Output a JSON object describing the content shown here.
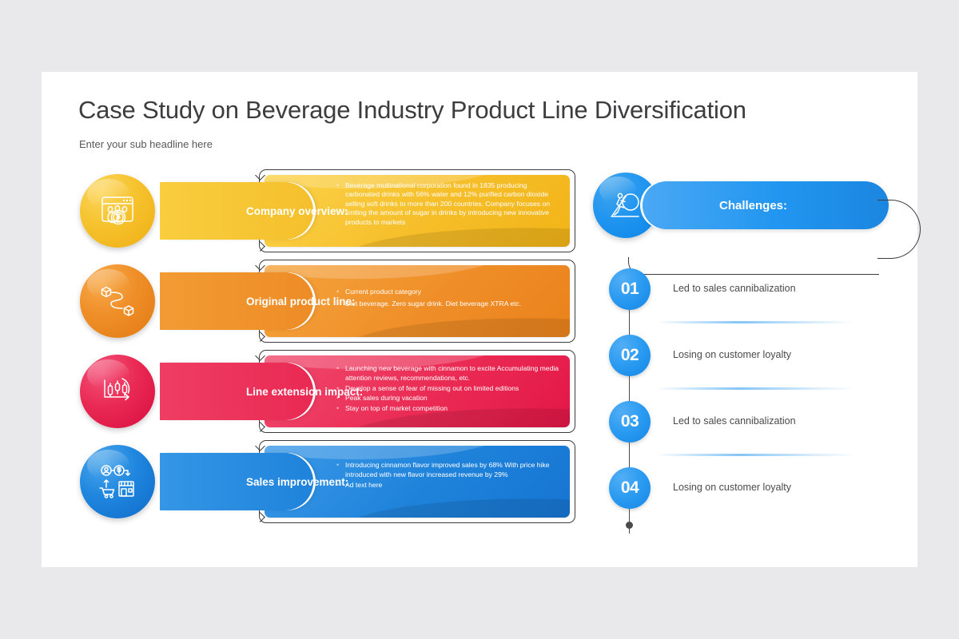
{
  "header": {
    "title": "Case Study on Beverage Industry Product Line Diversification",
    "subtitle": "Enter your sub headline here"
  },
  "colors": {
    "yellow": "#f6be29",
    "orange": "#ef8e28",
    "pink": "#ea2b54",
    "blue": "#1e82da",
    "accent_blue": "#2196f0",
    "outline": "#3c3c3c",
    "canvas": "#ffffff",
    "background": "#e9e9eb",
    "title_text": "#3d3d3f"
  },
  "left_rows": [
    {
      "label": "Company overview:",
      "icon": "browser-coins-icon",
      "color": "#f6be29",
      "bullets": [
        "Beverage multinational corporation found in 1835 producing carbonated drinks with 56% water and 12% purified carbon dioxide selling soft drinks to more than 200 countries. Company focuses on limiting the amount of sugar in drinks by introducing new innovative products to markets"
      ]
    },
    {
      "label": "Original product line:",
      "icon": "boxes-path-icon",
      "color": "#ef8e28",
      "bullets": [
        "Current product category",
        "Diet beverage. Zero sugar drink. Diet beverage XTRA etc."
      ]
    },
    {
      "label": "Line extension impact:",
      "icon": "candlestick-refresh-icon",
      "color": "#ea2b54",
      "bullets": [
        "Launching new beverage with cinnamon to excite Accumulating media attention reviews, recommendations, etc.",
        "Develop a sense of fear of missing out on limited editions",
        "Peak sales during vacation",
        "Stay on top of market competition"
      ]
    },
    {
      "label": "Sales improvement:",
      "icon": "customer-cart-store-icon",
      "color": "#1e82da",
      "bullets": [
        "Introducing cinnamon flavor improved sales by 68% With price hike introduced with new flavor increased revenue by 29%",
        "Ad text here"
      ]
    }
  ],
  "challenges": {
    "heading": "Challenges:",
    "icon": "person-pushing-boulder-icon",
    "items": [
      {
        "number": "01",
        "text": "Led to sales cannibalization"
      },
      {
        "number": "02",
        "text": "Losing on customer loyalty"
      },
      {
        "number": "03",
        "text": "Led to sales cannibalization"
      },
      {
        "number": "04",
        "text": "Losing on customer loyalty"
      }
    ]
  }
}
